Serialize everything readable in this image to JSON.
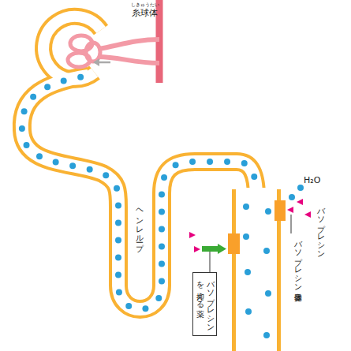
{
  "diagram": {
    "nodes": [
      {
        "text": [
          "バソプレシンを 抑える薬"
        ]
      }
    ],
    "labels": [
      "しきゅうたい",
      "糸球体",
      "ヘンレループ",
      "H₂O",
      "バソプレシン",
      "バソプレシン受容体"
    ]
  }
}
